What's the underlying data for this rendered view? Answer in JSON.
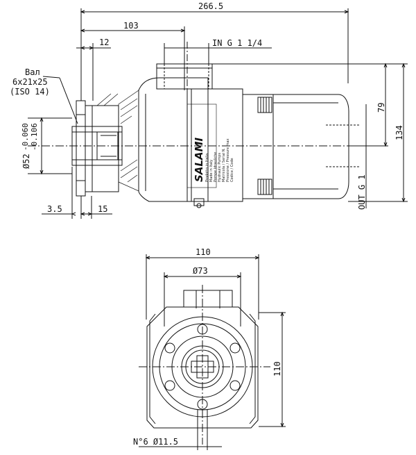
{
  "dims": {
    "overall_length": "266.5",
    "length_103": "103",
    "length_12": "12",
    "inlet": "IN G 1 1/4",
    "shaft_label_1": "Вал",
    "shaft_label_2": "6x21x25",
    "shaft_label_3": "(ISO 14)",
    "pilot_dia": "Ø52",
    "tol_upper": "-0.060",
    "tol_lower": "-0.106",
    "height_79": "79",
    "height_134": "134",
    "outlet": "OUT G 1",
    "dim_3_5": "3.5",
    "dim_15": "15",
    "width_110": "110",
    "bolt_circle": "Ø73",
    "height_110": "110",
    "holes": "N°6 Ø11.5"
  },
  "nameplate": {
    "brand": "SALAMI",
    "lines": [
      "Prodotto in Italia",
      "Made in Italy",
      "Pompe Idrauliche",
      "Hydraulic Pumps",
      "Matricola / Serial N.",
      "Pressione / Pressure max",
      "Codice / Code"
    ]
  }
}
